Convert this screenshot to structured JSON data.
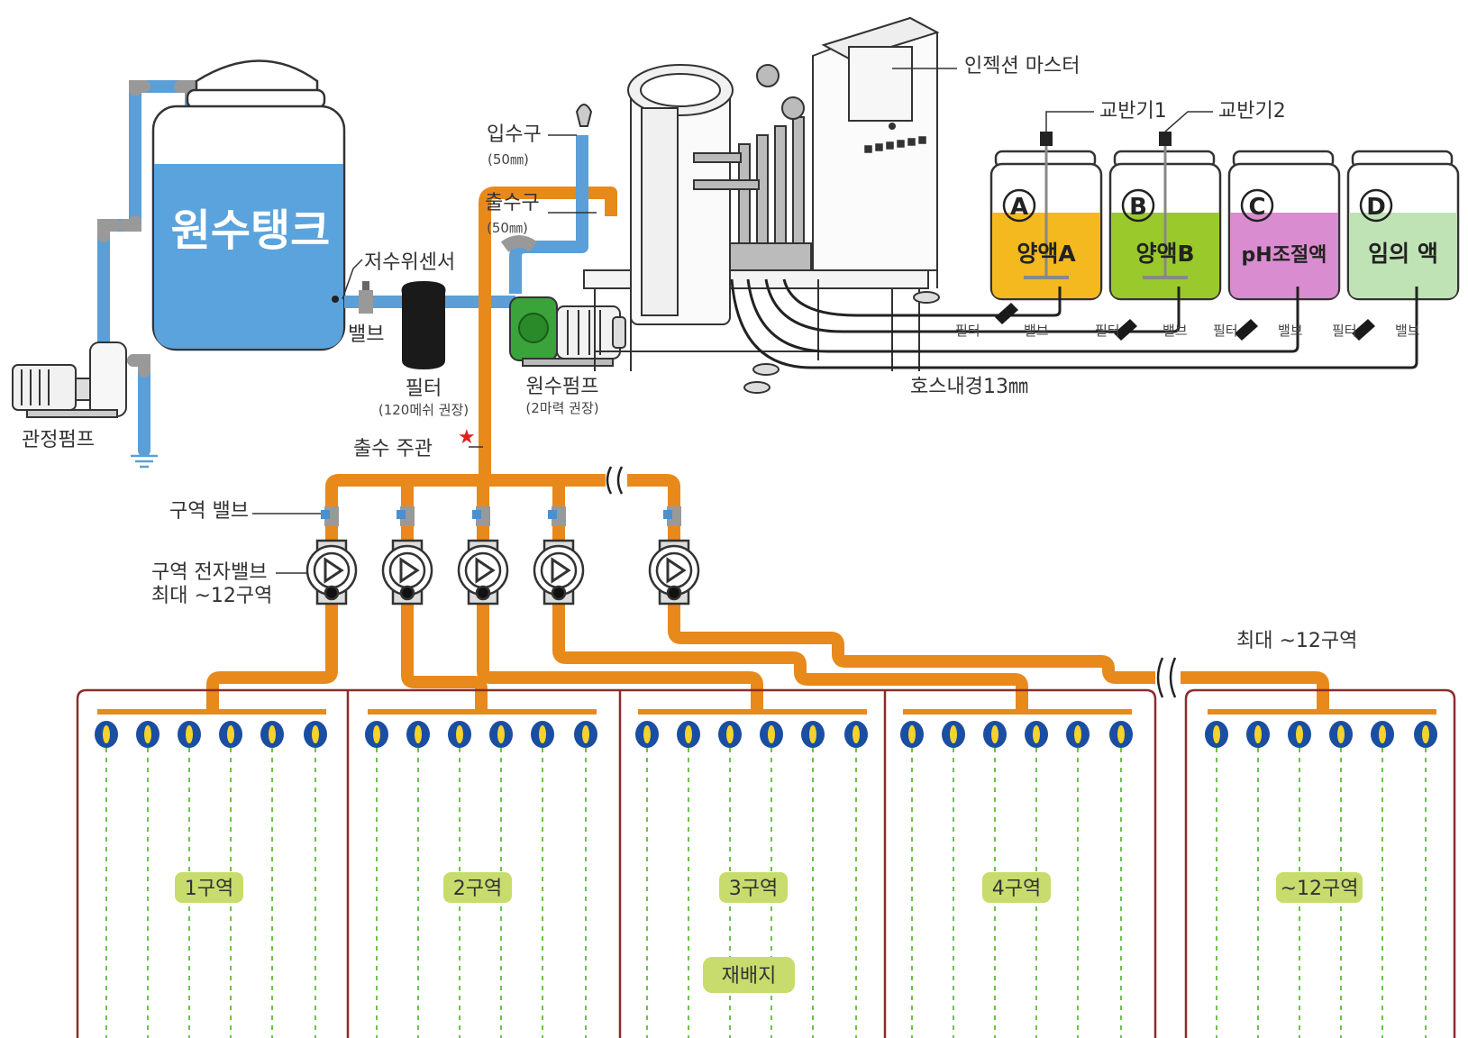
{
  "colors": {
    "water_pipe": "#5b9fd6",
    "main_pipe": "#e8891c",
    "zone_border": "#8b2c2c",
    "drip_line": "#6cc24a",
    "tank_water": "#5ba3dc",
    "pump_green": "#3aa33a",
    "solution_a": "#f3b91f",
    "solution_b": "#9ac92c",
    "solution_c": "#d98ccf",
    "solution_d": "#bfe3b4",
    "zone_tag": "#c7dc6c",
    "emitter_blue": "#1a4ea3",
    "emitter_yellow": "#f6d32a",
    "marker_red": "#e02020"
  },
  "labels": {
    "raw_tank": "원수탱크",
    "water_level_sensor": "저수위센서",
    "valve": "밸브",
    "filter": "필터",
    "filter_note": "(120메쉬 권장)",
    "raw_pump": "원수펌프",
    "raw_pump_note": "(2마력 권장)",
    "well_pump": "관정펌프",
    "inlet": "입수구",
    "inlet_size": "(50㎜)",
    "outlet": "출수구",
    "outlet_size": "(50㎜)",
    "injection_master": "인젝션 마스터",
    "mixer1": "교반기1",
    "mixer2": "교반기2",
    "hose_diameter": "호스내경13㎜",
    "main_outlet_pipe": "출수 주관",
    "zone_valve": "구역 밸브",
    "zone_solenoid_line1": "구역 전자밸브",
    "zone_solenoid_line2": "최대 ~12구역",
    "max_zones": "최대 ~12구역",
    "cultivation_bed": "재배지"
  },
  "tanks": [
    {
      "letter": "A",
      "name": "양액A",
      "filter": "필터",
      "valve": "밸브"
    },
    {
      "letter": "B",
      "name": "양액B",
      "filter": "필터",
      "valve": "밸브"
    },
    {
      "letter": "C",
      "name": "pH조절액",
      "filter": "필터",
      "valve": "밸브"
    },
    {
      "letter": "D",
      "name": "임의 액",
      "filter": "필터",
      "valve": "밸브"
    }
  ],
  "zones": [
    {
      "name": "1구역"
    },
    {
      "name": "2구역"
    },
    {
      "name": "3구역"
    },
    {
      "name": "4구역"
    },
    {
      "name": "~12구역"
    }
  ]
}
